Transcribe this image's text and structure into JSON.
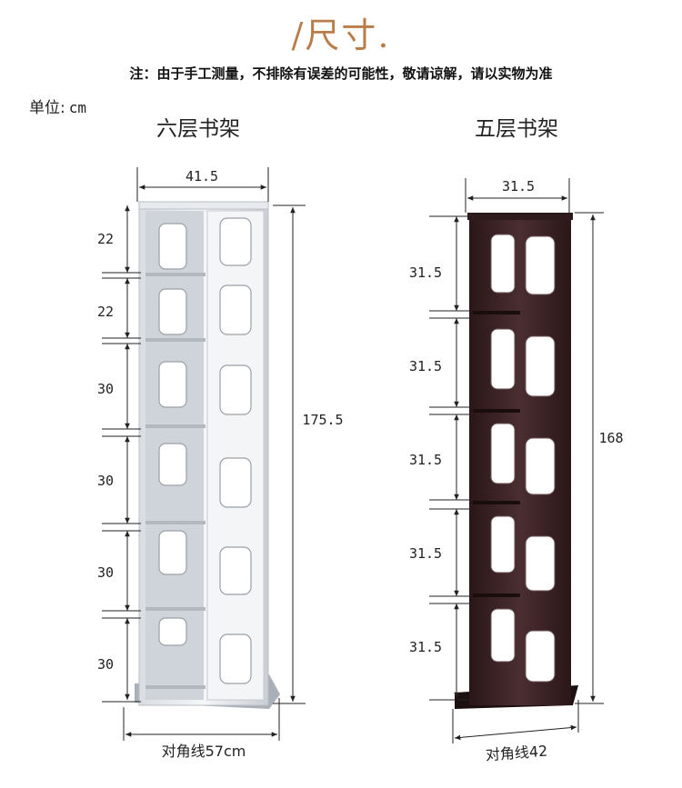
{
  "header": {
    "title": "/尺寸.",
    "note": "注：由于手工测量，不排除有误差的可能性，敬请谅解，请以实物为准",
    "unit_label": "单位:",
    "unit_value": "cm"
  },
  "six_tier": {
    "title": "六层书架",
    "width": "41.5",
    "height": "175.5",
    "diagonal": "对角线57cm",
    "compartments": [
      "22",
      "22",
      "30",
      "30",
      "30",
      "30"
    ]
  },
  "five_tier": {
    "title": "五层书架",
    "width": "31.5",
    "height": "168",
    "diagonal": "对角线42",
    "compartments": [
      "31.5",
      "31.5",
      "31.5",
      "31.5",
      "31.5"
    ]
  },
  "colors": {
    "title": "#b97d4a",
    "white_shelf": "#eef1f4",
    "dark_shelf": "#3a2326"
  }
}
